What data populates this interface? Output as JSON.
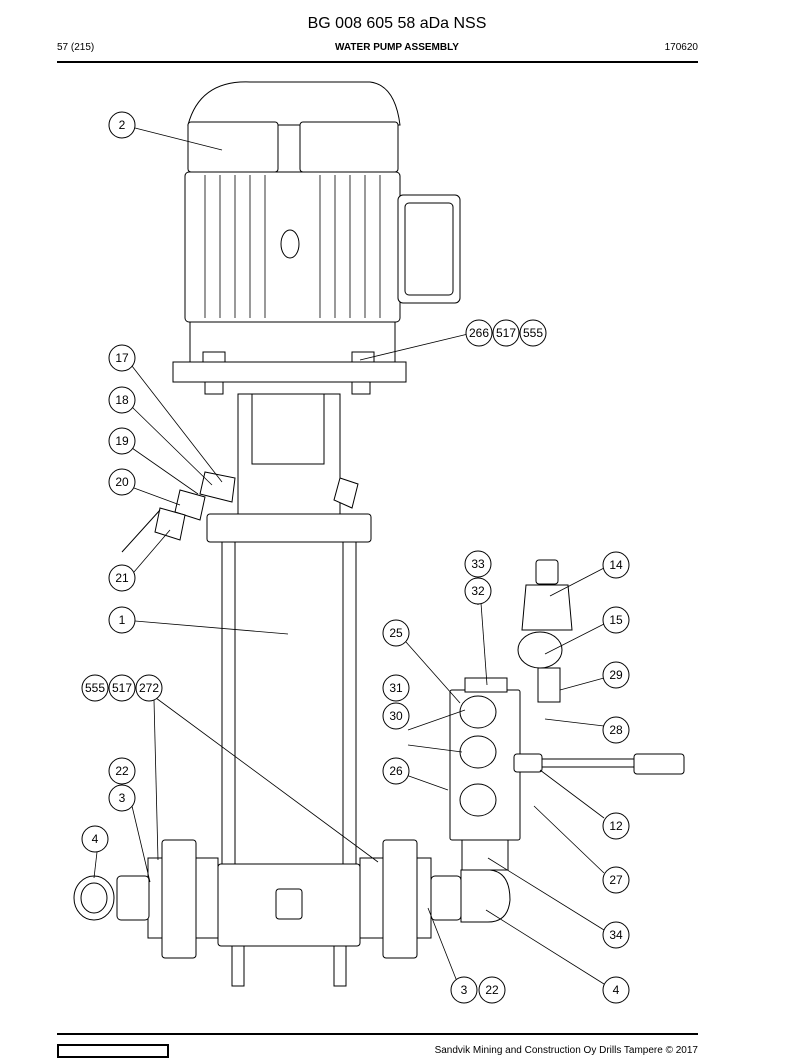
{
  "header": {
    "title": "BG 008 605 58 aDa NSS",
    "page": "57 (215)",
    "section": "WATER PUMP ASSEMBLY",
    "code": "170620"
  },
  "footer": {
    "copyright": "Sandvik Mining and Construction Oy Drills Tampere © 2017"
  },
  "callouts": [
    {
      "label": "2"
    },
    {
      "label": "266"
    },
    {
      "label": "517"
    },
    {
      "label": "555"
    },
    {
      "label": "17"
    },
    {
      "label": "18"
    },
    {
      "label": "19"
    },
    {
      "label": "20"
    },
    {
      "label": "21"
    },
    {
      "label": "1"
    },
    {
      "label": "33"
    },
    {
      "label": "32"
    },
    {
      "label": "14"
    },
    {
      "label": "15"
    },
    {
      "label": "25"
    },
    {
      "label": "29"
    },
    {
      "label": "555"
    },
    {
      "label": "517"
    },
    {
      "label": "272"
    },
    {
      "label": "31"
    },
    {
      "label": "30"
    },
    {
      "label": "28"
    },
    {
      "label": "22"
    },
    {
      "label": "26"
    },
    {
      "label": "3"
    },
    {
      "label": "12"
    },
    {
      "label": "4"
    },
    {
      "label": "27"
    },
    {
      "label": "34"
    },
    {
      "label": "3"
    },
    {
      "label": "22"
    },
    {
      "label": "4"
    }
  ]
}
